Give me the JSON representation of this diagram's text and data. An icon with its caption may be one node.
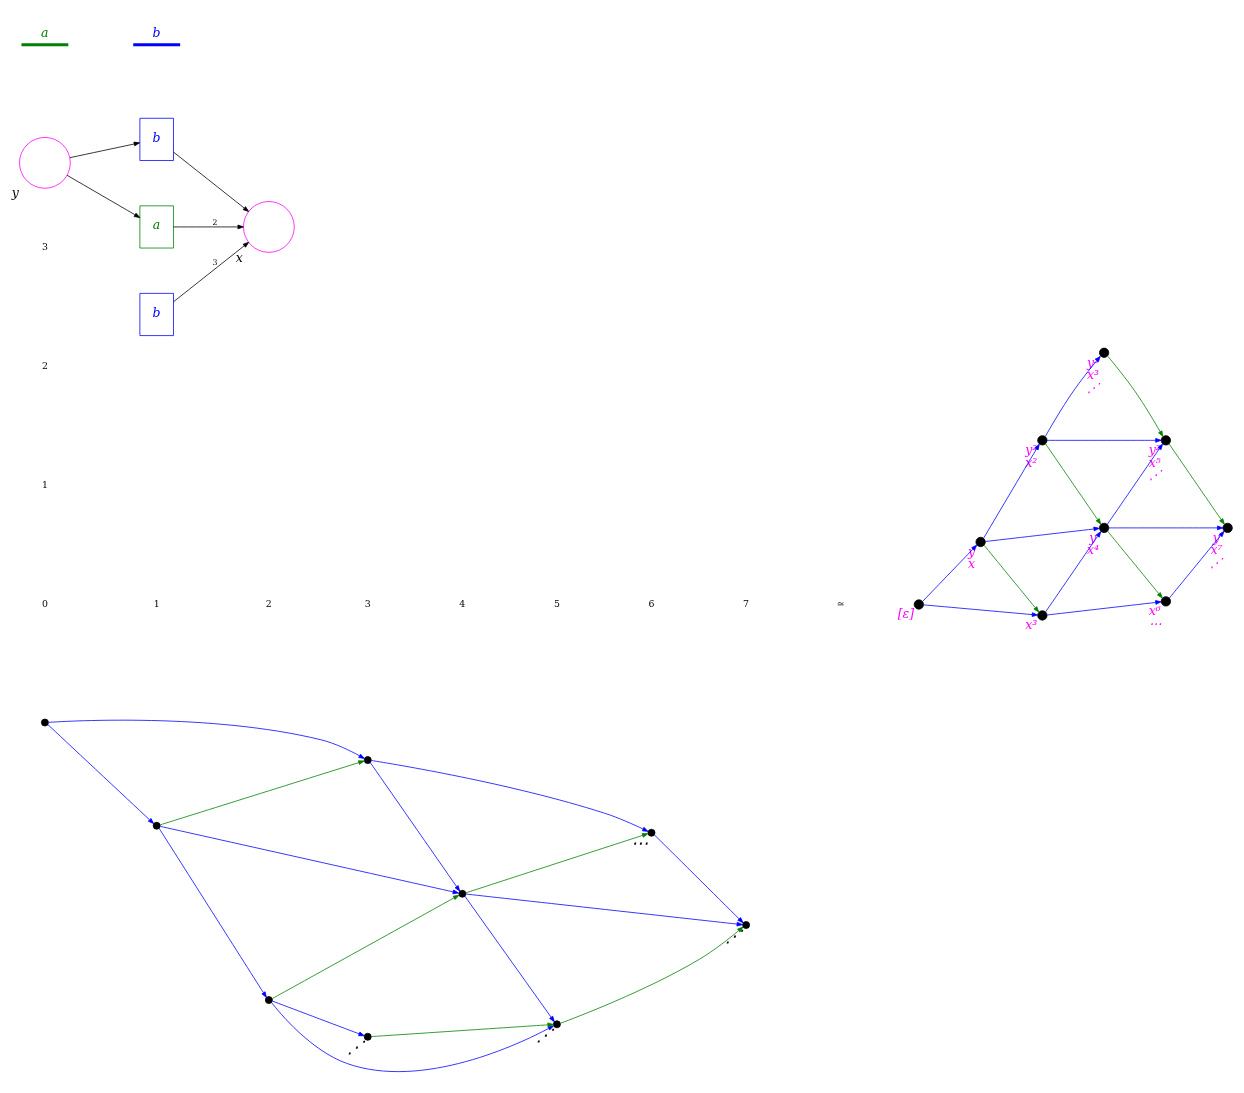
{
  "diagram": {
    "nodes": [
      {
        "text": [],
        "shape": "circle"
      },
      {
        "text": [],
        "shape": "circle"
      },
      {
        "text": [],
        "shape": "circle"
      },
      {
        "text": [],
        "shape": "circle",
        "beside": [
          "⋰"
        ]
      },
      {
        "text": [],
        "shape": "circle"
      },
      {
        "text": [],
        "shape": "circle"
      },
      {
        "text": [],
        "shape": "circle",
        "beside": [
          "⋰"
        ]
      },
      {
        "text": [],
        "shape": "circle",
        "beside": [
          "⋯"
        ]
      },
      {
        "text": [],
        "shape": "circle",
        "beside": [
          "⋰"
        ]
      },
      {
        "text": [],
        "shape": "circle",
        "beside": [
          "[ε]"
        ]
      },
      {
        "text": [],
        "shape": "circle",
        "beside": [
          "y",
          "x"
        ]
      },
      {
        "text": [],
        "shape": "circle",
        "beside": [
          "y²",
          "x²"
        ]
      },
      {
        "text": [],
        "shape": "circle",
        "beside": [
          "y³",
          "x³",
          "⋰"
        ]
      },
      {
        "text": [],
        "shape": "circle",
        "beside": [
          "x³"
        ]
      },
      {
        "text": [],
        "shape": "circle",
        "beside": [
          "y",
          "x⁴"
        ]
      },
      {
        "text": [],
        "shape": "circle",
        "beside": [
          "y²",
          "x⁵",
          "⋰"
        ]
      },
      {
        "text": [],
        "shape": "circle",
        "beside": [
          "x⁶",
          "⋯"
        ]
      },
      {
        "text": [],
        "shape": "circle",
        "beside": [
          "y",
          "x⁷",
          "⋰"
        ]
      },
      {
        "text": [],
        "shape": "circle",
        "beside": [
          "x"
        ]
      },
      {
        "text": [
          "b"
        ]
      },
      {
        "text": [
          "a"
        ]
      },
      {
        "text": [
          "b"
        ]
      },
      {
        "text": [],
        "shape": "circle",
        "beside": [
          "y"
        ]
      }
    ],
    "edges": [
      {
        "from": 0,
        "to": 1,
        "arrow": "to"
      },
      {
        "from": 0,
        "to": 4,
        "arrow": "to"
      },
      {
        "from": 1,
        "to": 2,
        "arrow": "to"
      },
      {
        "from": 1,
        "to": 5,
        "arrow": "to"
      },
      {
        "from": 1,
        "to": 4,
        "arrow": "to",
        "color": "#008000"
      },
      {
        "from": 2,
        "to": 3,
        "arrow": "to"
      },
      {
        "from": 2,
        "to": 6,
        "arrow": "to"
      },
      {
        "from": 2,
        "to": 5,
        "arrow": "to",
        "color": "#008000"
      },
      {
        "from": 3,
        "to": 6,
        "arrow": "to",
        "color": "#008000"
      },
      {
        "from": 4,
        "to": 5,
        "arrow": "to"
      },
      {
        "from": 4,
        "to": 7,
        "arrow": "to"
      },
      {
        "from": 5,
        "to": 6,
        "arrow": "to"
      },
      {
        "from": 5,
        "to": 8,
        "arrow": "to"
      },
      {
        "from": 5,
        "to": 7,
        "arrow": "to",
        "color": "#008000"
      },
      {
        "from": 6,
        "to": 8,
        "arrow": "to",
        "color": "#008000"
      },
      {
        "from": 7,
        "to": 8,
        "arrow": "to"
      },
      {
        "from": 9,
        "to": 10,
        "arrow": "to"
      },
      {
        "from": 9,
        "to": 13,
        "arrow": "to"
      },
      {
        "from": 10,
        "to": 11,
        "arrow": "to"
      },
      {
        "from": 10,
        "to": 14,
        "arrow": "to"
      },
      {
        "from": 10,
        "to": 13,
        "arrow": "to",
        "color": "#008000"
      },
      {
        "from": 11,
        "to": 12,
        "arrow": "to"
      },
      {
        "from": 11,
        "to": 15,
        "arrow": "to"
      },
      {
        "from": 11,
        "to": 14,
        "arrow": "to",
        "color": "#008000"
      },
      {
        "from": 12,
        "to": 15,
        "arrow": "to",
        "color": "#008000"
      },
      {
        "from": 13,
        "to": 14,
        "arrow": "to"
      },
      {
        "from": 13,
        "to": 16,
        "arrow": "to"
      },
      {
        "from": 14,
        "to": 15,
        "arrow": "to"
      },
      {
        "from": 14,
        "to": 17,
        "arrow": "to"
      },
      {
        "from": 14,
        "to": 16,
        "arrow": "to",
        "color": "#008000"
      },
      {
        "from": 15,
        "to": 17,
        "arrow": "to",
        "color": "#008000"
      },
      {
        "from": 16,
        "to": 17,
        "arrow": "to"
      },
      {
        "from": 19,
        "to": 18,
        "arrow": "to",
        "color": "#000000"
      },
      {
        "from": 20,
        "to": 18,
        "arrow": "to",
        "label": "2",
        "color": "#000000"
      },
      {
        "from": 21,
        "to": 18,
        "arrow": "to",
        "label": "3",
        "color": "#000000"
      },
      {
        "from": 22,
        "to": 19,
        "arrow": "to",
        "color": "#000000"
      },
      {
        "from": 22,
        "to": 20,
        "arrow": "to",
        "color": "#000000"
      }
    ],
    "labels": [
      "3",
      "2",
      "1",
      "0",
      "1",
      "2",
      "3",
      "4",
      "5",
      "6",
      "7",
      "≃"
    ],
    "legend": [
      {
        "text": "a"
      },
      {
        "text": "b"
      }
    ]
  }
}
